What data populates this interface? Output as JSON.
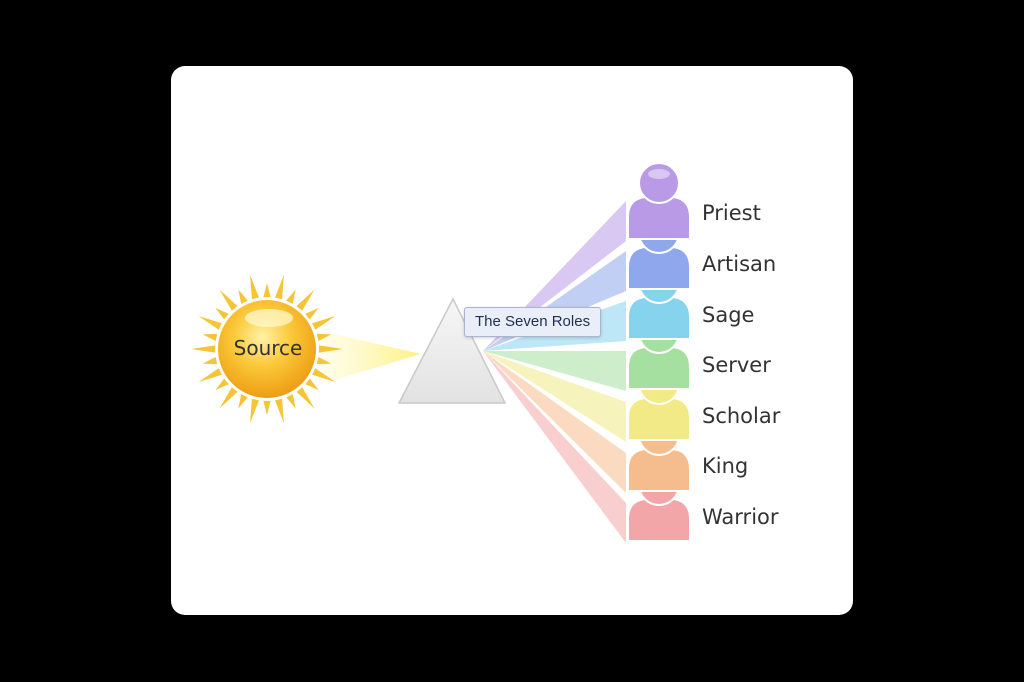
{
  "source": {
    "label": "Source"
  },
  "prism": {
    "tooltip": "The Seven Roles"
  },
  "roles": [
    {
      "label": "Priest",
      "color": "#b99ae6"
    },
    {
      "label": "Artisan",
      "color": "#8fa7ec"
    },
    {
      "label": "Sage",
      "color": "#86d3ee"
    },
    {
      "label": "Server",
      "color": "#a6e0a0"
    },
    {
      "label": "Scholar",
      "color": "#f1ea86"
    },
    {
      "label": "King",
      "color": "#f5bd8e"
    },
    {
      "label": "Warrior",
      "color": "#f2a6a8"
    }
  ],
  "colors": {
    "sun": "#f7b21f",
    "sun_rays": "#f5c437",
    "prism": "#ececec"
  }
}
